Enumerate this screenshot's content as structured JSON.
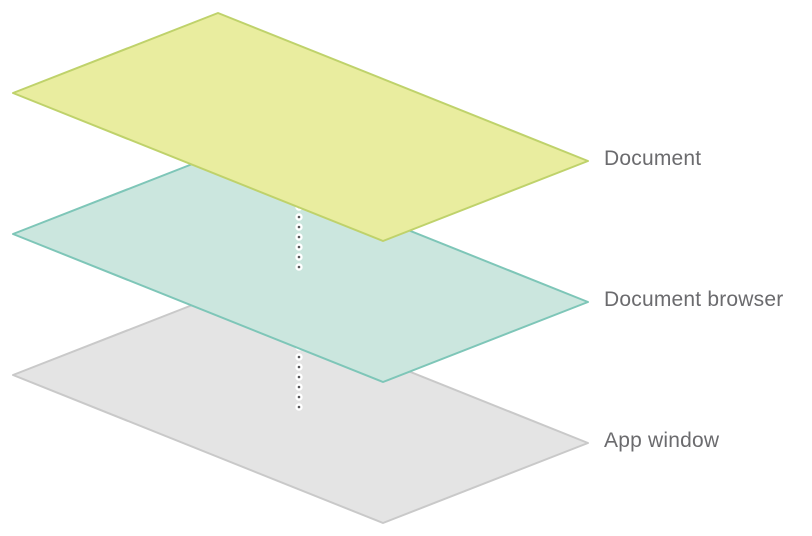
{
  "diagram": {
    "description": "Stacked layer diagram showing a document above a document browser above an app window",
    "background_color": "#ffffff",
    "label_color": "#6b6b6e",
    "layers": [
      {
        "id": "document",
        "label": "Document",
        "fill": "#e9ed9f",
        "stroke": "#bfd26b"
      },
      {
        "id": "document-browser",
        "label": "Document browser",
        "fill": "#cbe6de",
        "stroke": "#7ec6b8"
      },
      {
        "id": "app-window",
        "label": "App window",
        "fill": "#e4e4e4",
        "stroke": "#c9c9c9"
      }
    ],
    "connector": {
      "dot_color": "#58585a",
      "halo_color": "#ffffff"
    }
  }
}
